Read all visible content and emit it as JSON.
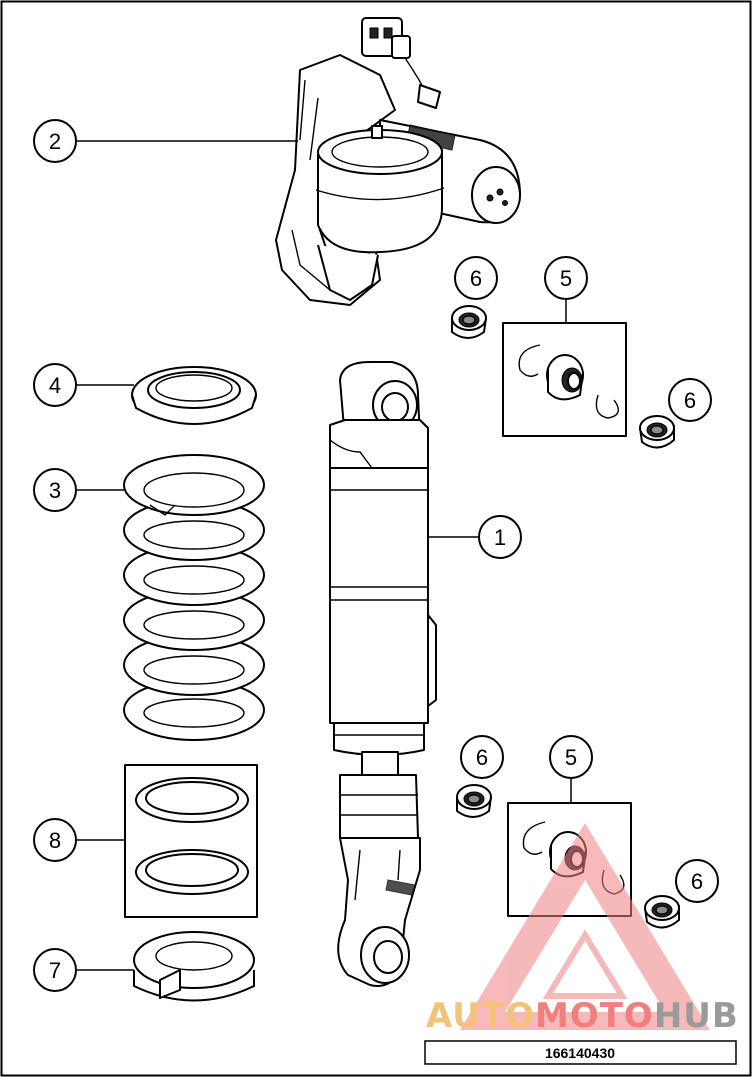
{
  "callouts": [
    {
      "id": "1",
      "label": "1"
    },
    {
      "id": "2",
      "label": "2"
    },
    {
      "id": "3",
      "label": "3"
    },
    {
      "id": "4",
      "label": "4"
    },
    {
      "id": "5a",
      "label": "5"
    },
    {
      "id": "5b",
      "label": "5"
    },
    {
      "id": "6a",
      "label": "6"
    },
    {
      "id": "6b",
      "label": "6"
    },
    {
      "id": "6c",
      "label": "6"
    },
    {
      "id": "6d",
      "label": "6"
    },
    {
      "id": "7",
      "label": "7"
    },
    {
      "id": "8",
      "label": "8"
    }
  ],
  "watermark": {
    "part1": "AUTO",
    "part2": "MOTO",
    "part3": "HUB",
    "colors": {
      "auto": "#f5c27a",
      "moto": "#f08080",
      "hub": "#9a9a9a"
    }
  },
  "document": {
    "number": "166140430"
  }
}
